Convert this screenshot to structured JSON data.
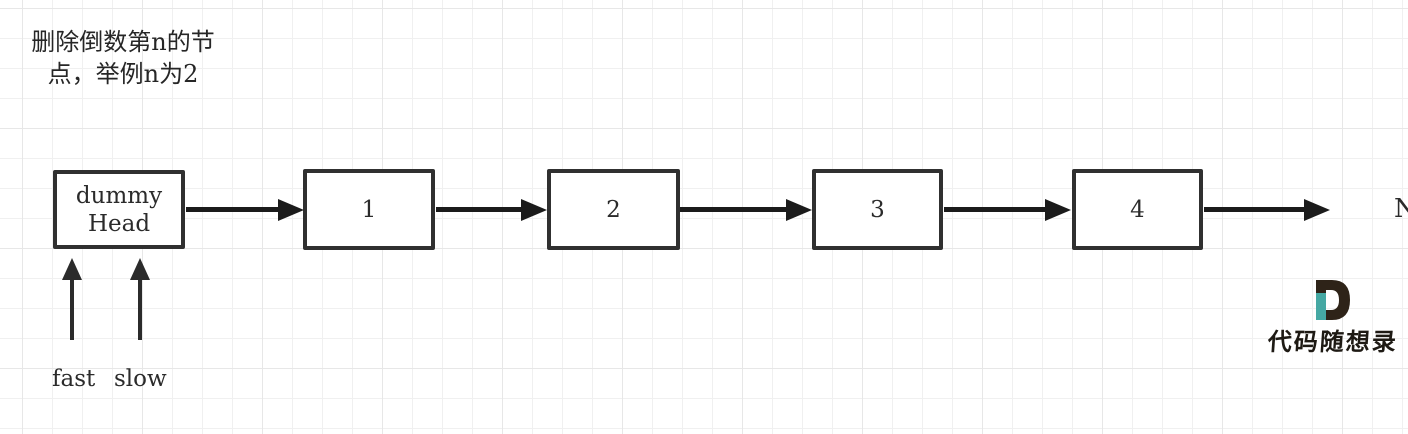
{
  "title": {
    "text": "删除倒数第n的节\n点，举例n为2"
  },
  "list": {
    "nodes": [
      {
        "label": "dummy\nHead"
      },
      {
        "label": "1"
      },
      {
        "label": "2"
      },
      {
        "label": "3"
      },
      {
        "label": "4"
      }
    ],
    "tail_label": "N"
  },
  "pointers": {
    "fast": {
      "label": "fast"
    },
    "slow": {
      "label": "slow"
    }
  },
  "brand": {
    "logo_icon": "d-letter-logo",
    "text": "代码随想录",
    "accent_color": "#45a8a3",
    "ink_color": "#2e2318"
  },
  "colors": {
    "arrow": "#1b1b1b",
    "box_border": "#303030",
    "text": "#2b2b2b",
    "grid_line": "#ececec",
    "background": "#ffffff"
  }
}
